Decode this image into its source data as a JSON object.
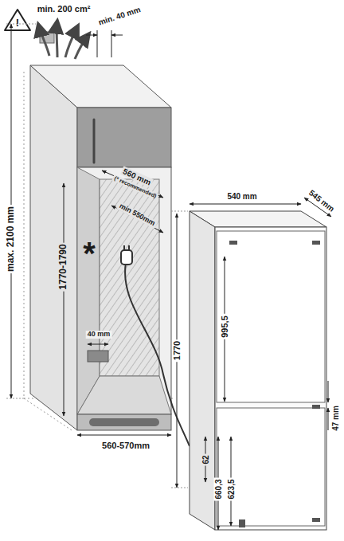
{
  "diagram": {
    "labels": [
      "!",
      "min. 200 cm²",
      "min. 40 mm",
      "max. 2100 mm",
      "560 mm",
      "(* recommended)",
      "min 550mm",
      "*",
      "1770-1790",
      "40 mm",
      "560-570mm",
      "540 mm",
      "545 mm",
      "1770",
      "995,5",
      "47 mm",
      "62",
      "660,3",
      "623,5"
    ]
  }
}
